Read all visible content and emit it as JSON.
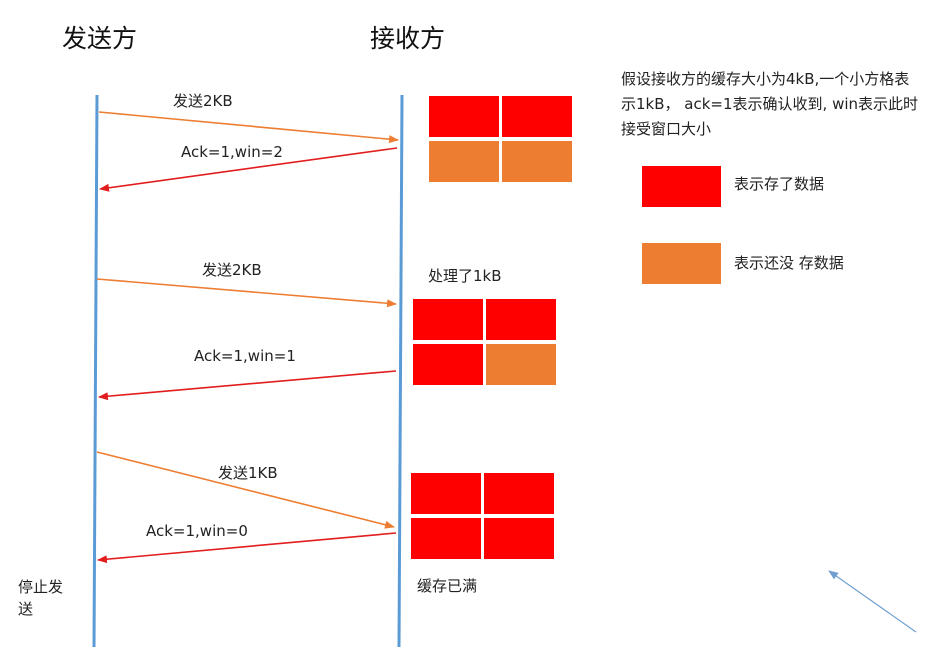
{
  "sender_title": "发送方",
  "receiver_title": "接收方",
  "description": "假设接收方的缓存大小为4kB,一个小方格表示1kB， ack=1表示确认收到, win表示此时接受窗口大小",
  "legend": [
    {
      "label": "表示存了数据",
      "color": "#ff0000"
    },
    {
      "label": "表示还没 存数据",
      "color": "#ed7d31"
    }
  ],
  "messages": [
    {
      "id": "send-1",
      "label": "发送2KB",
      "color": "#ed7d31"
    },
    {
      "id": "ack-1",
      "label": "Ack=1,win=2",
      "color": "#e21d1d"
    },
    {
      "id": "send-2",
      "label": "发送2KB",
      "color": "#ed7d31"
    },
    {
      "id": "ack-2",
      "label": "Ack=1,win=1",
      "color": "#e21d1d"
    },
    {
      "id": "send-3",
      "label": "发送1KB",
      "color": "#ed7d31"
    },
    {
      "id": "ack-3",
      "label": "Ack=1,win=0",
      "color": "#e21d1d"
    }
  ],
  "notes": {
    "processed": "处理了1kB",
    "buffer_full": "缓存已满",
    "stop_sending": "停止发\n送"
  },
  "buffers": [
    {
      "cells": [
        "filled",
        "filled",
        "empty",
        "empty"
      ]
    },
    {
      "cells": [
        "filled",
        "filled",
        "filled",
        "empty"
      ]
    },
    {
      "cells": [
        "filled",
        "filled",
        "filled",
        "filled"
      ]
    }
  ],
  "colors": {
    "lifeline": "#5b9bd5",
    "filled": "#ff0000",
    "empty": "#ed7d31"
  }
}
